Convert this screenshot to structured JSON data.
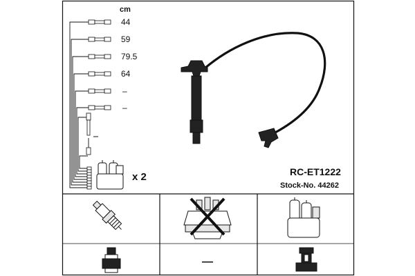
{
  "header": {
    "unit": "cm"
  },
  "lengths": [
    {
      "value": "44"
    },
    {
      "value": "59"
    },
    {
      "value": "79.5"
    },
    {
      "value": "64"
    },
    {
      "value": "–"
    },
    {
      "value": "–"
    }
  ],
  "product": {
    "part_number": "RC-ET1222",
    "stock_number": "Stock-No. 44262"
  },
  "coil": {
    "quantity": "x 2"
  },
  "bottom_grid": {
    "distributor_dash": "—"
  },
  "colors": {
    "line": "#111111",
    "background": "#ffffff",
    "part_fill": "#e6e6e6"
  },
  "icons": [
    "spark-plug-icon",
    "distributor-cap-crossed-icon",
    "ignition-coil-icon",
    "plug-connector-icon",
    "coil-connector-icon"
  ]
}
